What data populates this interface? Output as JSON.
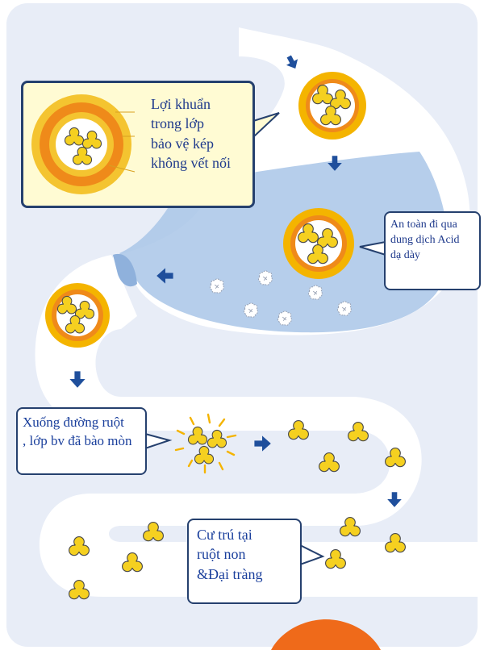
{
  "callouts": {
    "protection": {
      "lines": [
        "Lợi khuẩn",
        "trong lớp",
        "bảo vệ kép",
        "không vết nối"
      ]
    },
    "acid": {
      "lines": [
        "An toàn đi qua",
        "dung dịch Acid",
        "dạ dày"
      ]
    },
    "intestine": {
      "lines": [
        "Xuống đường  ruột",
        ", lớp bv đã bào mòn"
      ]
    },
    "reside": {
      "lines": [
        "Cư trú tại",
        "ruột non",
        "&Đại tràng"
      ]
    }
  },
  "colors": {
    "background": "#e8edf7",
    "tract": "#ffffff",
    "stomach_fluid": "#a9c6e8",
    "arrow": "#1f4f9c",
    "capsule_outer": "#f4b400",
    "capsule_ring": "#ef8a1a",
    "bacteria": "#f5d020",
    "callout_border": "#25406e",
    "callout_text": "#1f3a8c"
  },
  "icons": [
    "capsule-icon",
    "bacteria-cluster-icon",
    "flow-arrow-icon",
    "dissolved-particle-icon",
    "burst-rays-icon"
  ]
}
